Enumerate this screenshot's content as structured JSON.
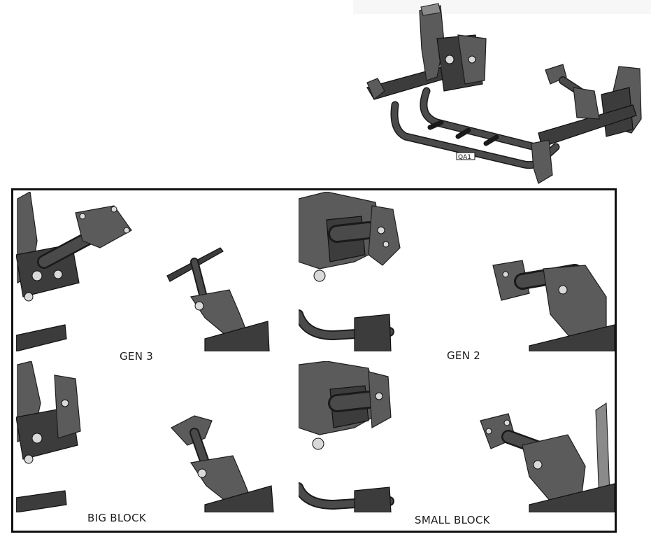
{
  "labels": {
    "gen3": "GEN 3",
    "gen2": "GEN 2",
    "big_block": "BIG BLOCK",
    "small_block": "SMALL BLOCK"
  },
  "frame_logo": "QA1",
  "icons": {
    "top": "engine-cradle-render",
    "gen3": "gen3-mount-detail",
    "gen2": "gen2-mount-detail",
    "big_block": "big-block-mount-detail",
    "small_block": "small-block-mount-detail"
  },
  "colors": {
    "metal": "#5b5b5b",
    "outline": "#1e1e1e",
    "frame_border": "#111111",
    "background": "#ffffff"
  }
}
